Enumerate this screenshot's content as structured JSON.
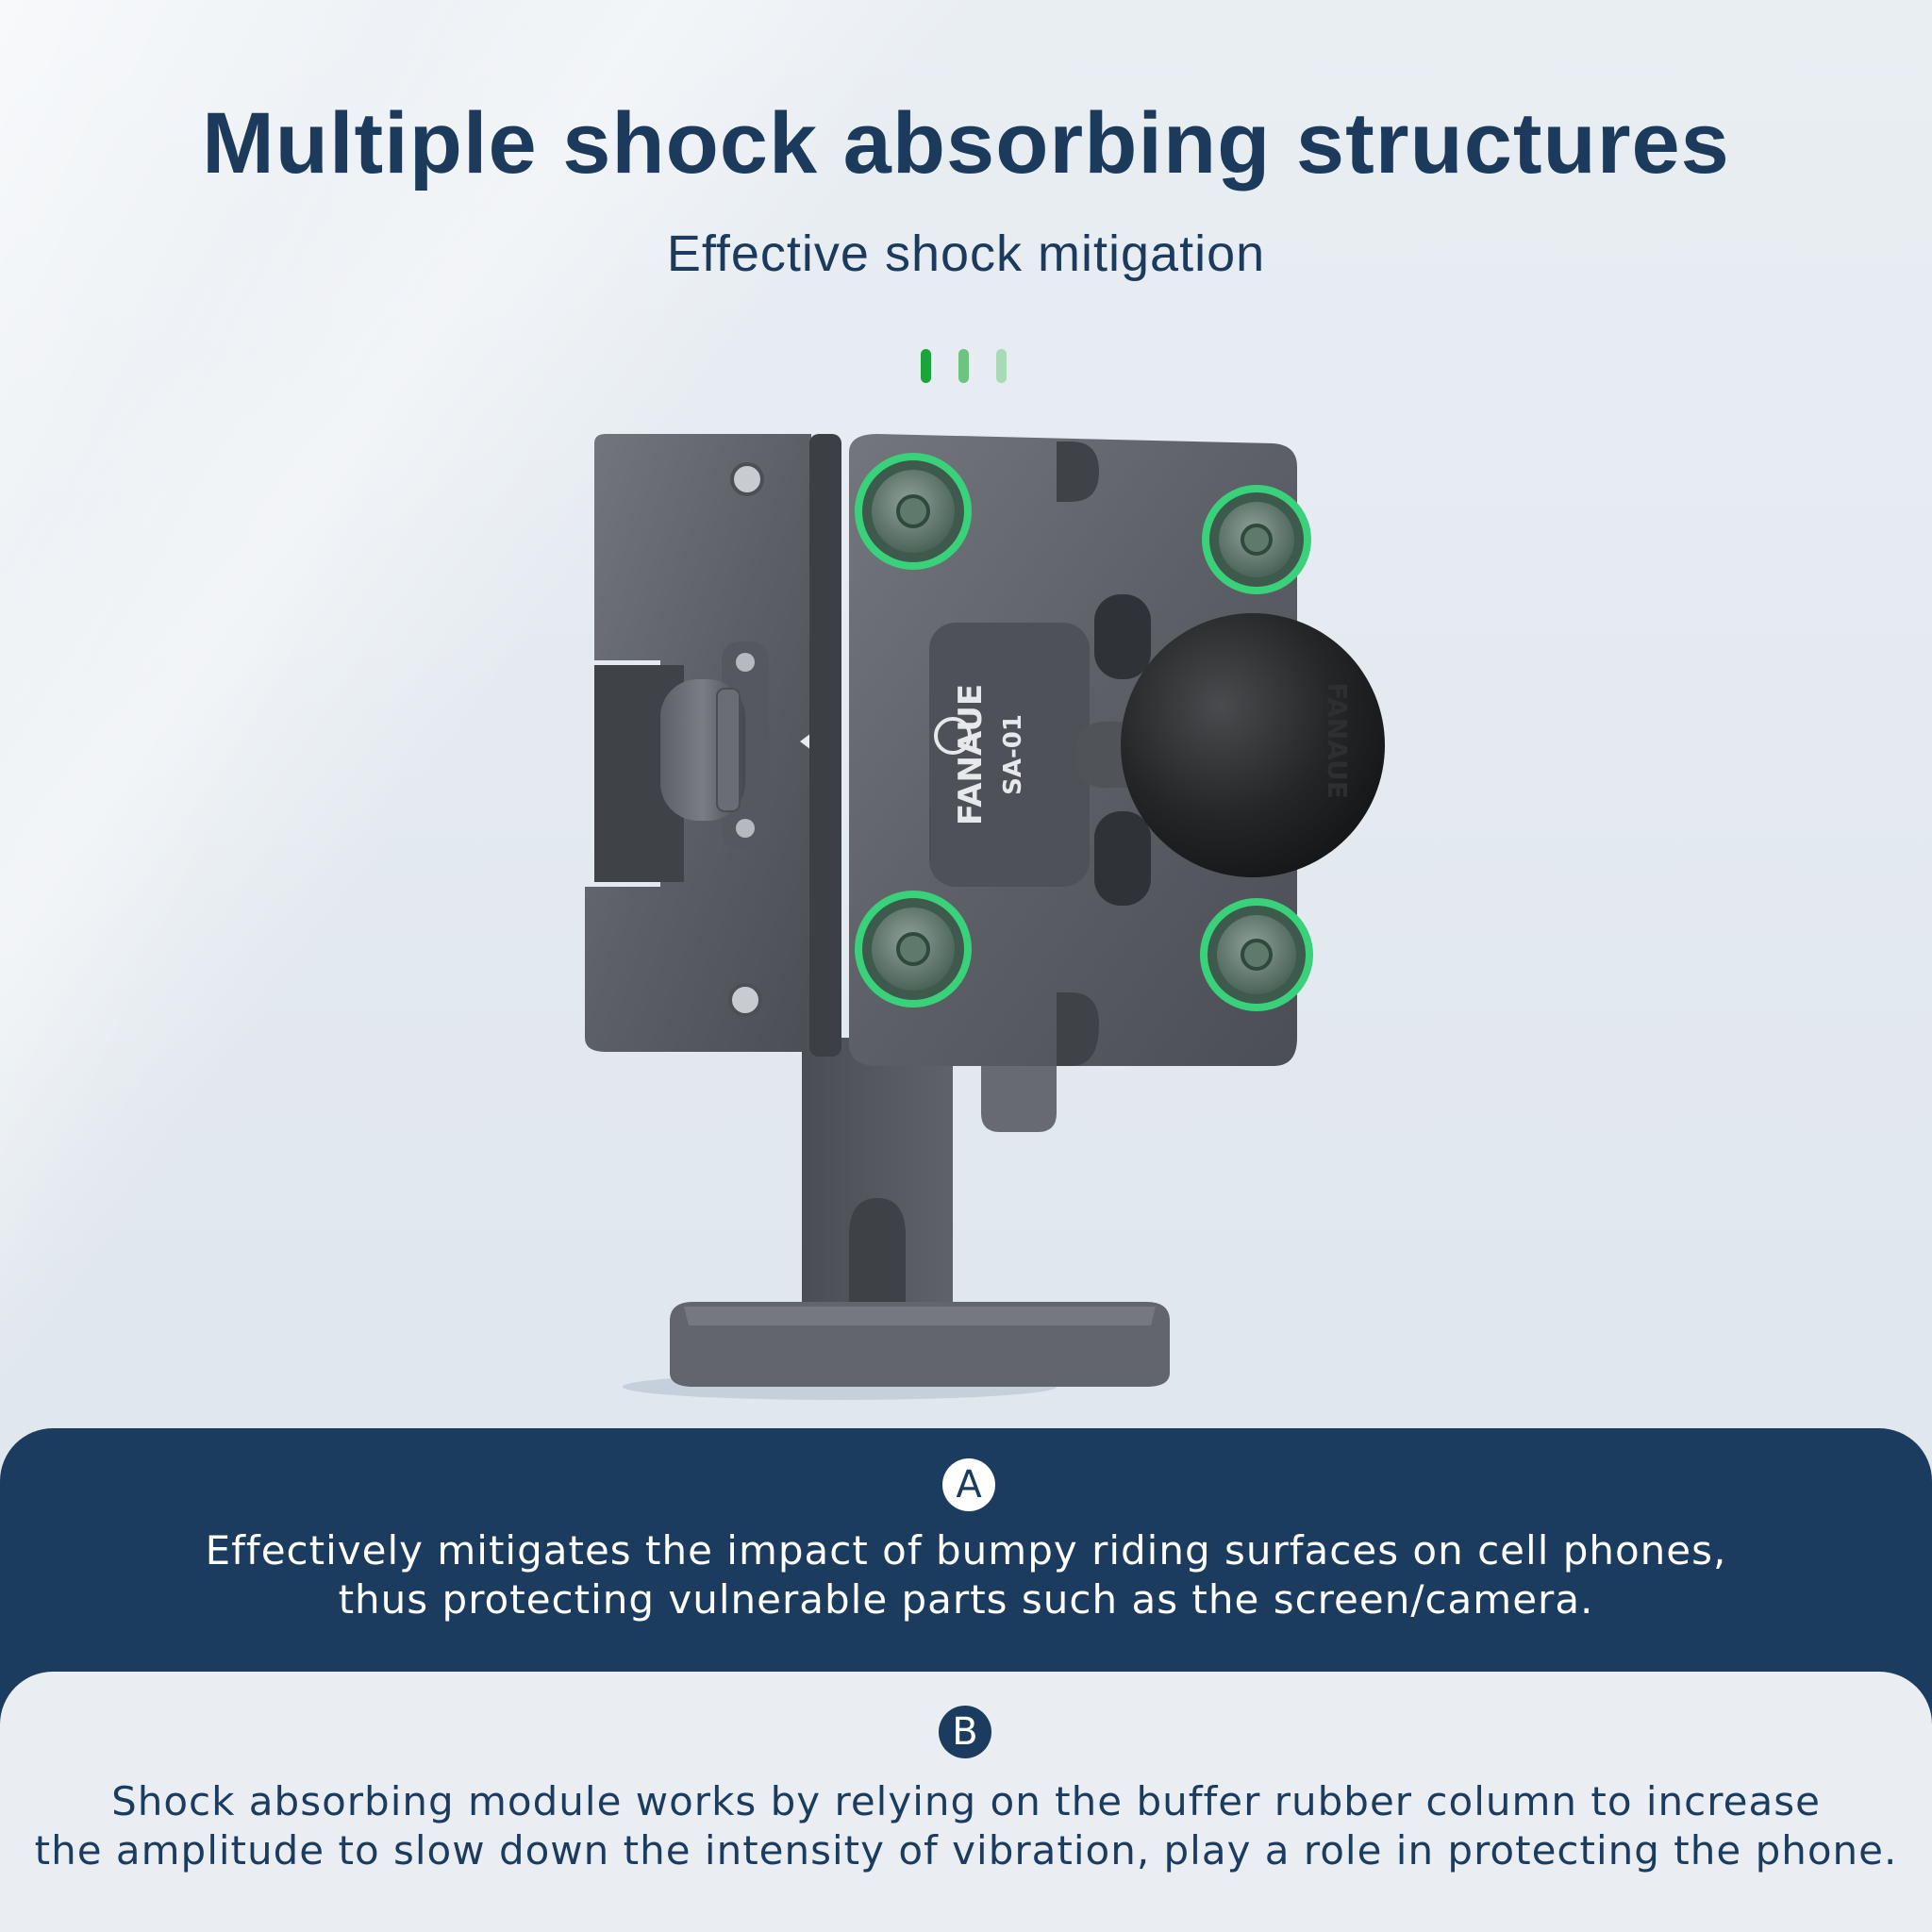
{
  "heading": {
    "title": "Multiple shock absorbing structures",
    "subtitle": "Effective shock mitigation"
  },
  "indicator_colors": [
    "#1aa43a",
    "#6cc480",
    "#a9dab5"
  ],
  "product": {
    "brand_text": "FANAUE",
    "model_text": "SA-01",
    "ball_brand_text": "FANAUE",
    "ring_color": "#39d17a",
    "metal_color": "#5d6167"
  },
  "feature_a": {
    "badge": "A",
    "line1": "Effectively mitigates the impact of bumpy riding surfaces on cell phones,",
    "line2": "thus protecting vulnerable parts such as the screen/camera."
  },
  "feature_b": {
    "badge": "B",
    "line1": "Shock absorbing module works by relying on the buffer rubber column to increase",
    "line2": "the amplitude to slow down the intensity of vibration, play a role in protecting the phone."
  },
  "colors": {
    "navy": "#1b3b5f",
    "background": "#e4eaf0"
  }
}
